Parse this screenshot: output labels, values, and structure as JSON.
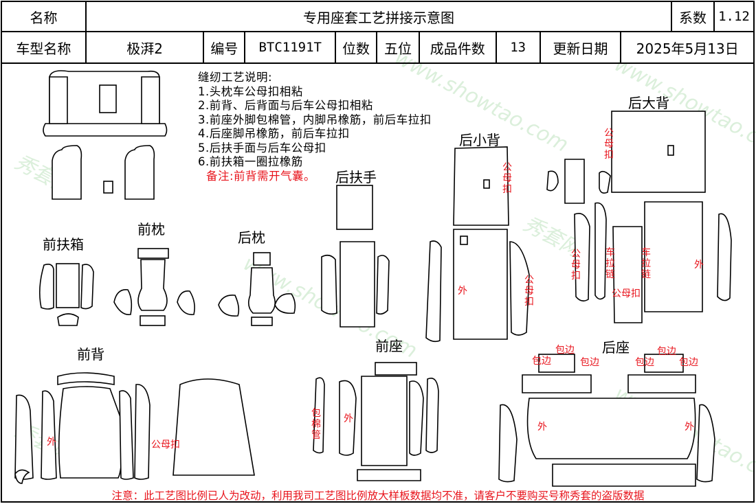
{
  "header": {
    "name_label": "名称",
    "doc_title": "专用座套工艺拼接示意图",
    "coef_label": "系数",
    "coef_value": "1.12",
    "model_label": "车型名称",
    "model_value": "极湃2",
    "code_label": "编号",
    "code_value": "BTC1191T",
    "seat_label": "位数",
    "seat_value": "五位",
    "pieces_label": "成品件数",
    "pieces_value": "13",
    "update_label": "更新日期",
    "update_value": "2025年5月13日"
  },
  "notes": {
    "title": "缝纫工艺说明:",
    "items": [
      "1.头枕车公母扣相粘",
      "2.前背、后背面与后车公母扣相粘",
      "3.前座外脚包棉管，内脚吊橡筋，前后车拉扣",
      "4.后座脚吊橡筋，前后车拉扣",
      "5.后扶手面与后车公母扣",
      "6.前扶箱一圈拉橡筋"
    ],
    "remark": "备注:前背需开气囊。"
  },
  "sections": {
    "front_box": "前扶箱",
    "front_pillow": "前枕",
    "rear_pillow": "后枕",
    "rear_armrest": "后扶手",
    "rear_small_back": "后小背",
    "rear_big_back": "后大背",
    "front_back": "前背",
    "front_seat": "前座",
    "rear_seat": "后座"
  },
  "annotations": {
    "male_female_buckle": "公母扣",
    "outer": "外",
    "zipper": "车拉链",
    "binding": "包边",
    "cotton_tube": "包棉管"
  },
  "watermark": {
    "url": "www.showtao.com",
    "brand": "秀套网"
  },
  "footer": "注意：此工艺图比例已人为改动，利用我司工艺图比例放大样板数据均不准，请客户不要购买号称秀套的盗版数据",
  "colors": {
    "annotation_red": "#e8141c",
    "line": "#000000"
  }
}
